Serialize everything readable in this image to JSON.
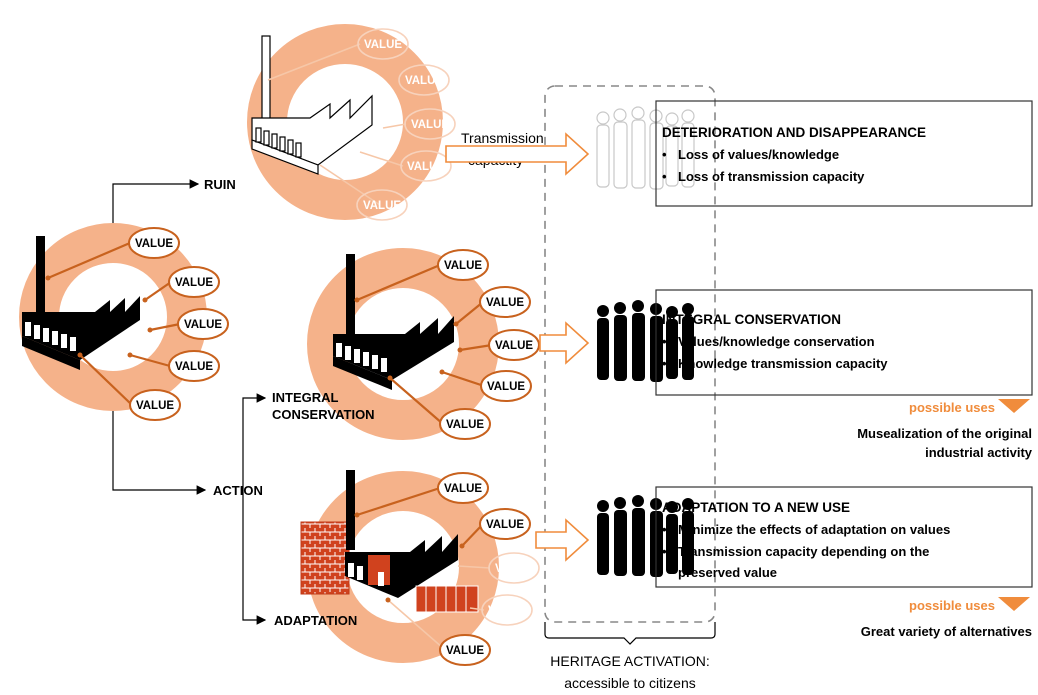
{
  "value_label": "VALUE",
  "branch_labels": {
    "ruin": "RUIN",
    "action": "ACTION",
    "integral_1": "INTEGRAL",
    "integral_2": "CONSERVATION",
    "adaptation": "ADAPTATION"
  },
  "transmission": {
    "line1": "Transmission",
    "line2": "capactity"
  },
  "boxes": {
    "deterioration": {
      "title": "DETERIORATION AND DISAPPEARANCE",
      "items": [
        "Loss of values/knowledge",
        "Loss of transmission capacity"
      ]
    },
    "integral": {
      "title": "INTEGRAL CONSERVATION",
      "items": [
        "Values/knowledge conservation",
        "Knowledge transmission capacity"
      ]
    },
    "adaptation": {
      "title": "ADAPTATION TO A NEW USE",
      "items": [
        "Minimize the effects of adaptation on values",
        "Transmission capacity depending on the",
        "preserved value"
      ]
    }
  },
  "possible_uses_label": "possible uses",
  "uses": {
    "integral": [
      "Musealization of the original",
      "industrial activity"
    ],
    "adaptation": "Great variety of alternatives"
  },
  "heritage": {
    "line1": "HERITAGE ACTIVATION:",
    "line2": "accessible to citizens"
  },
  "colors": {
    "ring": "#F5B28A",
    "accent": "#F08C3C",
    "value_stroke": "#C8621E",
    "line": "#C8621E",
    "black": "#000000"
  }
}
